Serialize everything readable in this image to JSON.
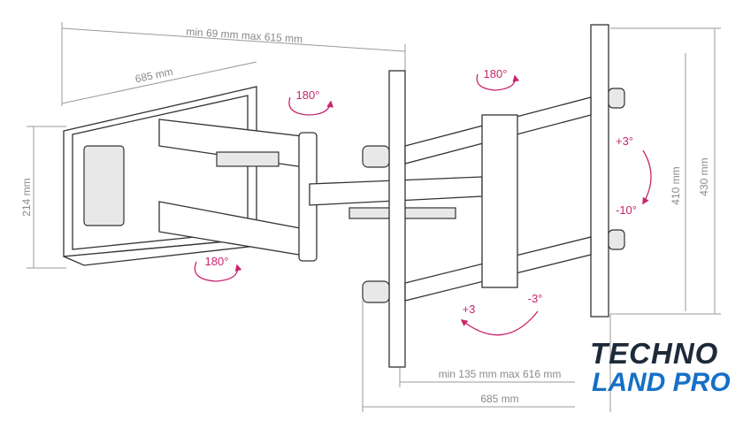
{
  "dimensions": {
    "arm_extension_top": "min 69 mm max 615 mm",
    "wall_plate_width": "685 mm",
    "wall_plate_height": "214 mm",
    "tv_plate_inner_height": "410 mm",
    "tv_plate_outer_height": "430 mm",
    "arm_extension_bottom": "min 135 mm max 616 mm",
    "tv_plate_width": "685 mm"
  },
  "rotations": {
    "swivel_left": "180°",
    "swivel_top": "180°",
    "swivel_bottom": "180°",
    "tilt_up": "+3°",
    "tilt_down": "-10°",
    "level_plus": "+3",
    "level_minus": "-3°"
  },
  "logo": {
    "line1": "TECHNO",
    "line2": "LAND PRO"
  },
  "colors": {
    "accent": "#c8256e",
    "logo_dark": "#1d2a3a",
    "logo_blue": "#1570c6"
  }
}
